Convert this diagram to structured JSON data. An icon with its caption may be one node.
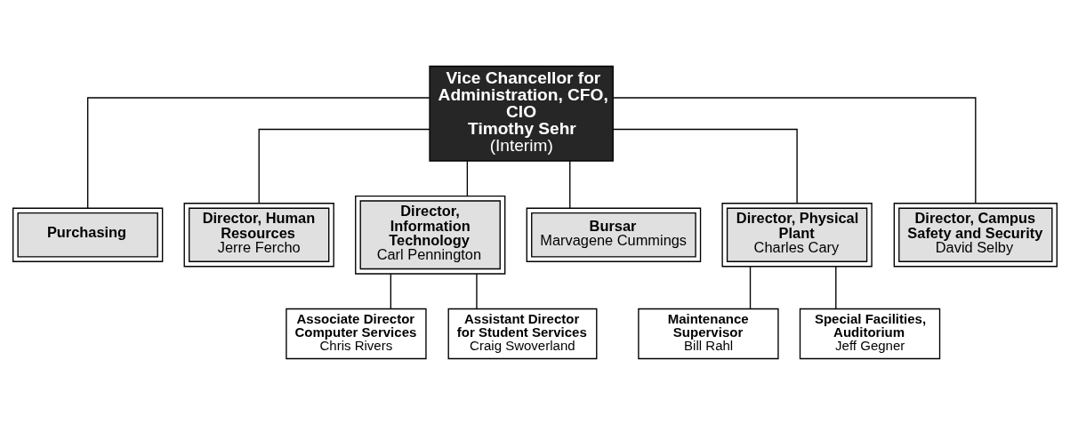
{
  "diagram": {
    "nodes": [
      {
        "text": [
          "Vice Chancellor for Administration, CFO, CIO",
          "Timothy Sehr",
          "(Interim)"
        ]
      },
      {
        "text": [
          "Purchasing"
        ]
      },
      {
        "text": [
          "Director, Human Resources",
          "Jerre Fercho"
        ]
      },
      {
        "text": [
          "Director, Information Technology",
          "Carl Pennington"
        ]
      },
      {
        "text": [
          "Bursar",
          "Marvagene Cummings"
        ]
      },
      {
        "text": [
          "Director, Physical Plant",
          "Charles Cary"
        ]
      },
      {
        "text": [
          "Director, Campus Safety and Security",
          "David Selby"
        ]
      },
      {
        "text": [
          "Associate Director Computer Services",
          "Chris Rivers"
        ]
      },
      {
        "text": [
          "Assistant Director for Student Services",
          "Craig Swoverland"
        ]
      },
      {
        "text": [
          "Maintenance Supervisor",
          "Bill Rahl"
        ]
      },
      {
        "text": [
          "Special Facilities, Auditorium",
          "Jeff Gegner"
        ]
      }
    ],
    "edges": [
      {
        "from": 0,
        "to": 1,
        "arrow": "none"
      },
      {
        "from": 0,
        "to": 2,
        "arrow": "none"
      },
      {
        "from": 0,
        "to": 3,
        "arrow": "none"
      },
      {
        "from": 0,
        "to": 4,
        "arrow": "none"
      },
      {
        "from": 0,
        "to": 5,
        "arrow": "none"
      },
      {
        "from": 0,
        "to": 6,
        "arrow": "none"
      },
      {
        "from": 3,
        "to": 7,
        "arrow": "none"
      },
      {
        "from": 3,
        "to": 8,
        "arrow": "none"
      },
      {
        "from": 5,
        "to": 9,
        "arrow": "none"
      },
      {
        "from": 5,
        "to": 10,
        "arrow": "none"
      }
    ]
  }
}
